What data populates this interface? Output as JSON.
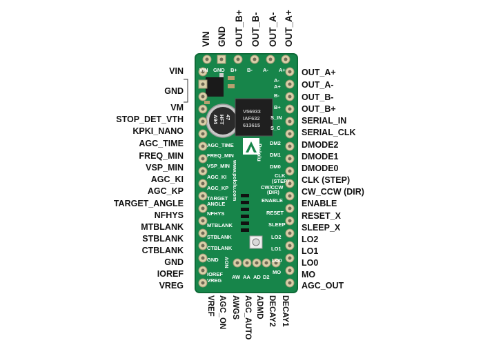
{
  "left_pins": [
    {
      "label": "VIN"
    },
    {
      "label": "GND"
    },
    {
      "label": "VM"
    },
    {
      "label": "STOP_DET_VTH"
    },
    {
      "label": "KPKI_NANO"
    },
    {
      "label": "AGC_TIME"
    },
    {
      "label": "FREQ_MIN"
    },
    {
      "label": "VSP_MIN"
    },
    {
      "label": "AGC_KI"
    },
    {
      "label": "AGC_KP"
    },
    {
      "label": "TARGET_ANGLE"
    },
    {
      "label": "NFHYS"
    },
    {
      "label": "MTBLANK"
    },
    {
      "label": "STBLANK"
    },
    {
      "label": "CTBLANK"
    },
    {
      "label": "GND"
    },
    {
      "label": "IOREF"
    },
    {
      "label": "VREG"
    }
  ],
  "right_pins": [
    {
      "label": "OUT_A+"
    },
    {
      "label": "OUT_A-"
    },
    {
      "label": "OUT_B-"
    },
    {
      "label": "OUT_B+"
    },
    {
      "label": "SERIAL_IN"
    },
    {
      "label": "SERIAL_CLK"
    },
    {
      "label": "DMODE2"
    },
    {
      "label": "DMODE1"
    },
    {
      "label": "DMODE0"
    },
    {
      "label": "CLK (STEP)"
    },
    {
      "label": "CW_CCW (DIR)"
    },
    {
      "label": "ENABLE"
    },
    {
      "label": "RESET_X"
    },
    {
      "label": "SLEEP_X"
    },
    {
      "label": "LO2"
    },
    {
      "label": "LO1"
    },
    {
      "label": "LO0"
    },
    {
      "label": "MO"
    },
    {
      "label": "AGC_OUT"
    }
  ],
  "top_pins": [
    {
      "label": "VIN"
    },
    {
      "label": "GND"
    },
    {
      "label": "OUT_B+"
    },
    {
      "label": "OUT_B-"
    },
    {
      "label": "OUT_A-"
    },
    {
      "label": "OUT_A+"
    }
  ],
  "bottom_pins": [
    {
      "label": "VREF"
    },
    {
      "label": "AGC_ON"
    },
    {
      "label": "AWGS"
    },
    {
      "label": "AGC_AUTO"
    },
    {
      "label": "ADMD"
    },
    {
      "label": "DECAY2"
    },
    {
      "label": "DECAY1"
    }
  ],
  "board_silkscreen": {
    "top_row": [
      "VIN",
      "GND",
      "B+",
      "B-",
      "A-",
      "A+"
    ],
    "left_col": [
      "AGC_TIME",
      "FREQ_MIN",
      "VSP_MIN",
      "AGC_KI",
      "AGC_KP",
      "TARGET",
      "ANGLE",
      "NFHYS",
      "MTBLANK",
      "STBLANK",
      "CTBLANK",
      "GND",
      "IOREF",
      "VREG"
    ],
    "right_col": [
      "A-",
      "A+",
      "B-",
      "B+",
      "S_IN",
      "S_C",
      "DM2",
      "DM1",
      "DM0",
      "CLK",
      "(STEP)",
      "CW/CCW",
      "(DIR)",
      "ENABLE",
      "RESET",
      "SLEEP",
      "LO2",
      "LO1",
      "LO0",
      "MO"
    ],
    "bottom_row": [
      "AW",
      "AA",
      "AD",
      "D2"
    ],
    "aon_label": "AON",
    "cap_lines": [
      "47",
      "HFT",
      "A94"
    ],
    "chip_lines": [
      "V56933",
      "IAF632",
      "613615"
    ],
    "website": "www.pololu.com",
    "brand": "Pololu"
  },
  "colors": {
    "board": "#17854a",
    "board_edge": "#0f6b38",
    "pad_gold": "#d9cfa8",
    "text": "#111111"
  }
}
